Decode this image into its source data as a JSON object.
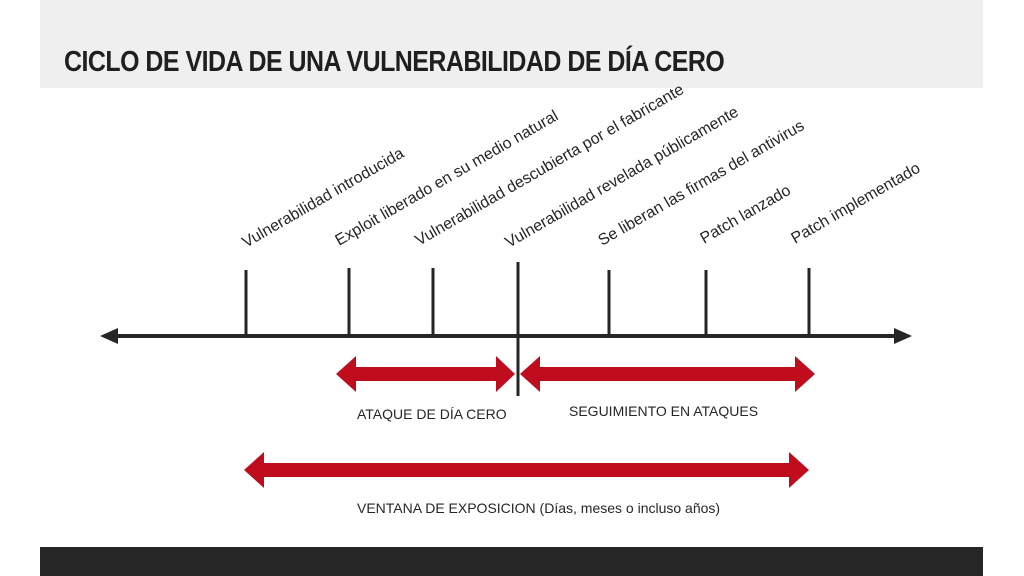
{
  "slide": {
    "title": "CICLO DE VIDA DE UNA VULNERABILIDAD DE DÍA CERO"
  },
  "timeline": {
    "events": [
      {
        "label": "Vulnerabilidad introducida"
      },
      {
        "label": "Exploit liberado en su medio natural"
      },
      {
        "label": "Vulnerabilidad descubierta por el fabricante"
      },
      {
        "label": "Vulnerabilidad revelada públicamente"
      },
      {
        "label": "Se liberan las firmas del antivirus"
      },
      {
        "label": "Patch lanzado"
      },
      {
        "label": "Patch implementado"
      }
    ],
    "ranges": {
      "zero_day_attack": "ATAQUE DE DÍA CERO",
      "follow_up_attacks": "SEGUIMIENTO EN ATAQUES",
      "exposure_window": "VENTANA DE EXPOSICION (Días, meses o incluso años)"
    }
  },
  "colors": {
    "axis": "#262626",
    "range_arrow": "#c00d1e",
    "title_band": "#efefef",
    "footer_band": "#262626"
  }
}
